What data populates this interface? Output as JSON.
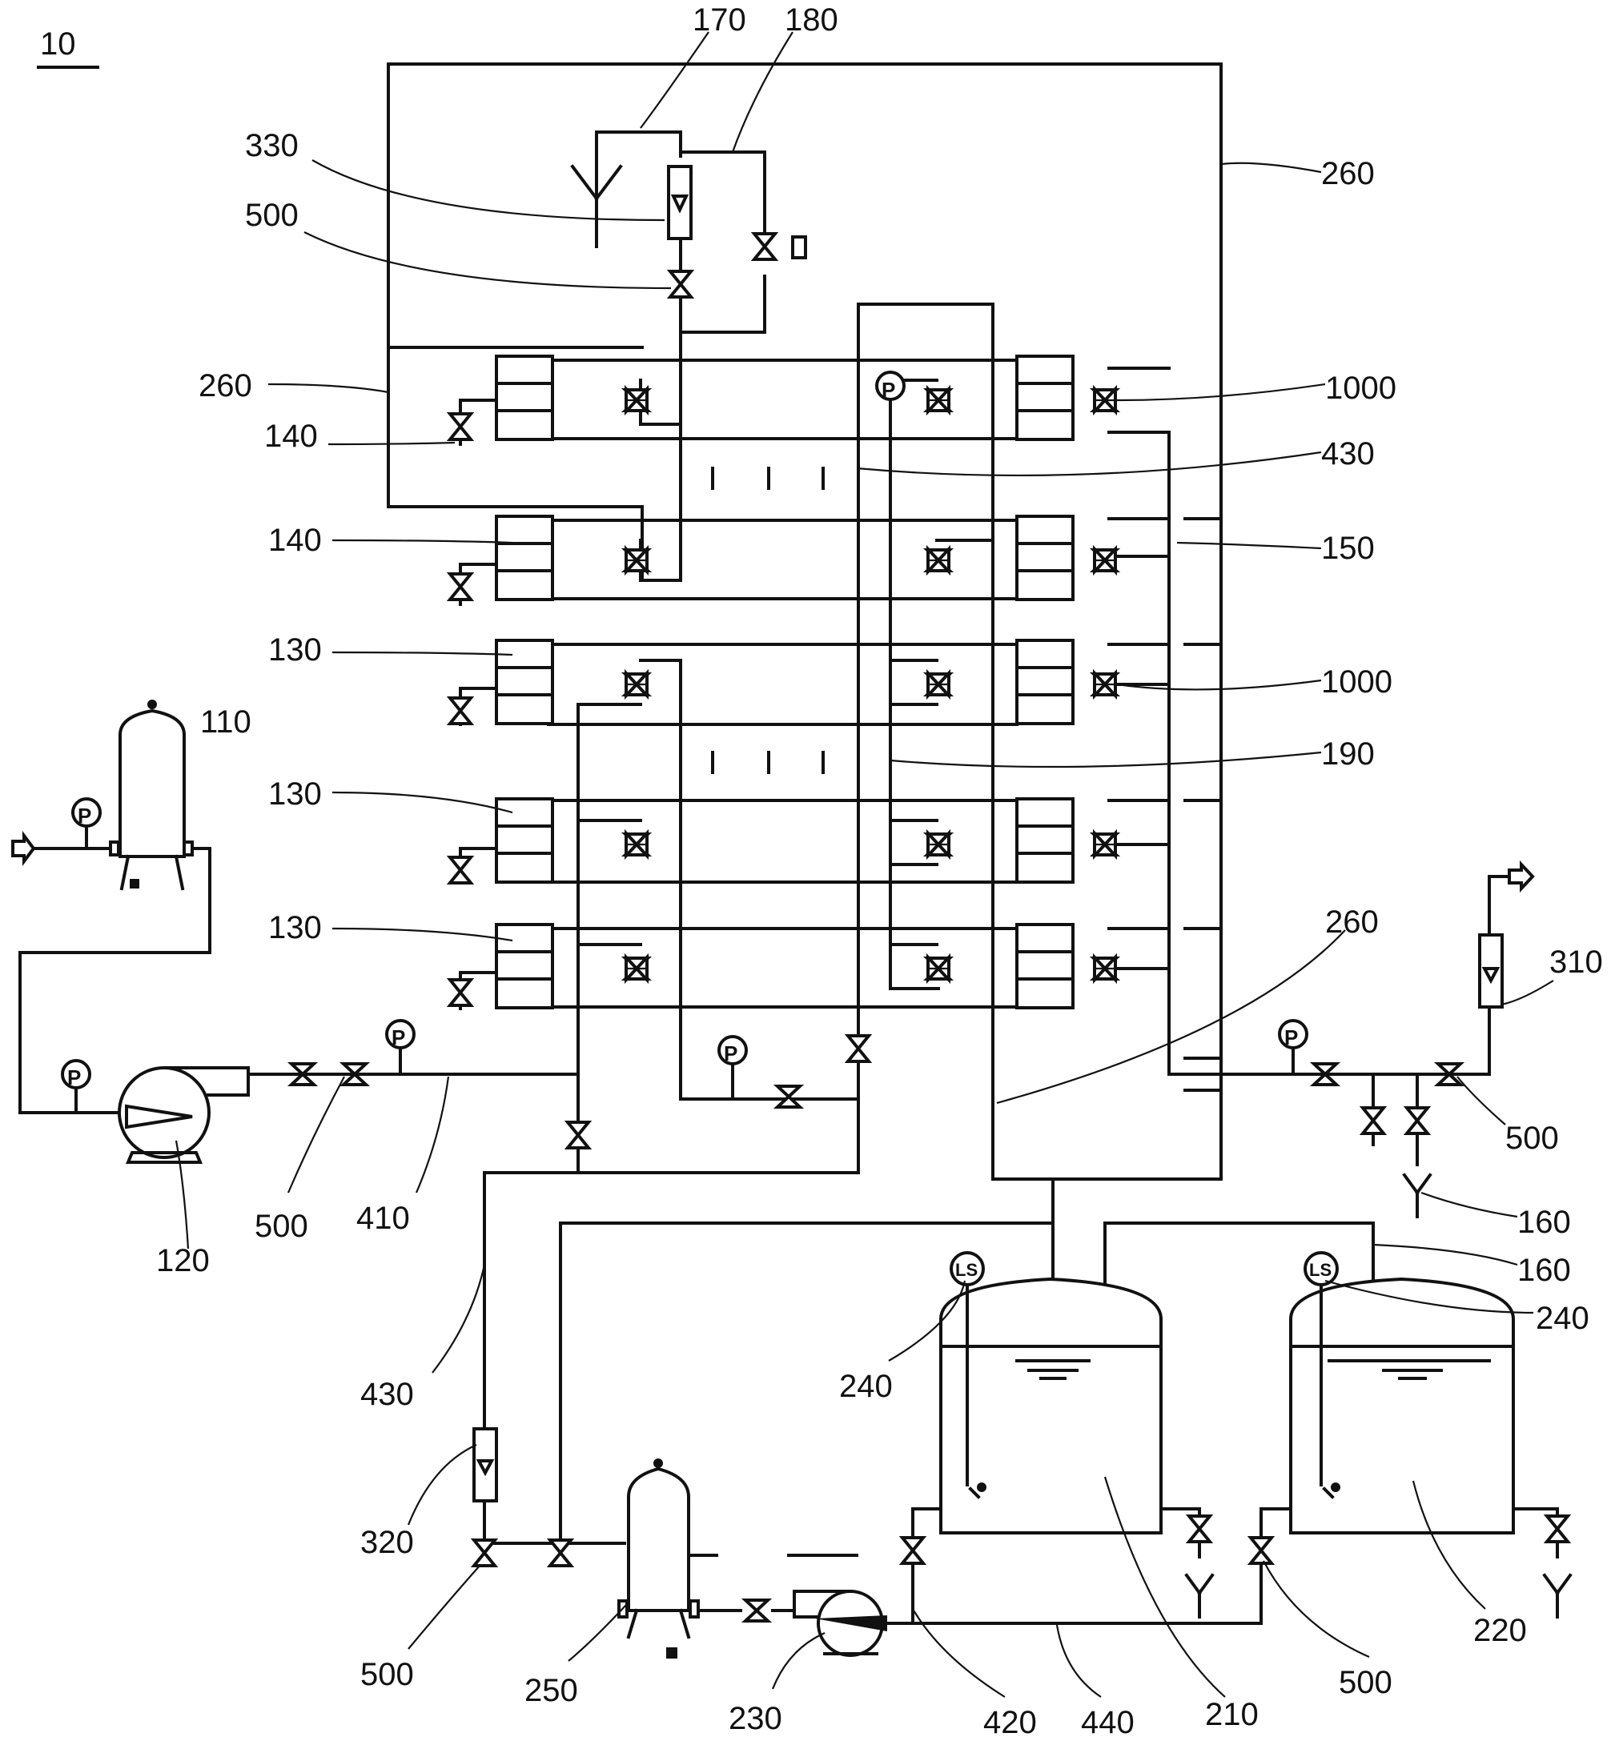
{
  "figure": {
    "number": "10"
  },
  "colors": {
    "line": "#111111",
    "background": "#ffffff"
  },
  "labels": [
    {
      "id": "lbl-170",
      "text": "170"
    },
    {
      "id": "lbl-180",
      "text": "180"
    },
    {
      "id": "lbl-330",
      "text": "330"
    },
    {
      "id": "lbl-500-top",
      "text": "500"
    },
    {
      "id": "lbl-260-top",
      "text": "260"
    },
    {
      "id": "lbl-260-left",
      "text": "260"
    },
    {
      "id": "lbl-1000-a",
      "text": "1000"
    },
    {
      "id": "lbl-140-a",
      "text": "140"
    },
    {
      "id": "lbl-430-top",
      "text": "430"
    },
    {
      "id": "lbl-140-b",
      "text": "140"
    },
    {
      "id": "lbl-150",
      "text": "150"
    },
    {
      "id": "lbl-130-a",
      "text": "130"
    },
    {
      "id": "lbl-1000-b",
      "text": "1000"
    },
    {
      "id": "lbl-110",
      "text": "110"
    },
    {
      "id": "lbl-190",
      "text": "190"
    },
    {
      "id": "lbl-130-b",
      "text": "130"
    },
    {
      "id": "lbl-130-c",
      "text": "130"
    },
    {
      "id": "lbl-260-mid",
      "text": "260"
    },
    {
      "id": "lbl-310",
      "text": "310"
    },
    {
      "id": "lbl-500-right",
      "text": "500"
    },
    {
      "id": "lbl-500-pump",
      "text": "500"
    },
    {
      "id": "lbl-410",
      "text": "410"
    },
    {
      "id": "lbl-120",
      "text": "120"
    },
    {
      "id": "lbl-160-a",
      "text": "160"
    },
    {
      "id": "lbl-160-b",
      "text": "160"
    },
    {
      "id": "lbl-240-right",
      "text": "240"
    },
    {
      "id": "lbl-430-left",
      "text": "430"
    },
    {
      "id": "lbl-240-left",
      "text": "240"
    },
    {
      "id": "lbl-320",
      "text": "320"
    },
    {
      "id": "lbl-220",
      "text": "220"
    },
    {
      "id": "lbl-500-bl",
      "text": "500"
    },
    {
      "id": "lbl-250",
      "text": "250"
    },
    {
      "id": "lbl-500-br",
      "text": "500"
    },
    {
      "id": "lbl-230",
      "text": "230"
    },
    {
      "id": "lbl-420",
      "text": "420"
    },
    {
      "id": "lbl-440",
      "text": "440"
    },
    {
      "id": "lbl-210",
      "text": "210"
    }
  ],
  "symbols": {
    "pressure_gauge": "P",
    "level_switch": "LS"
  }
}
